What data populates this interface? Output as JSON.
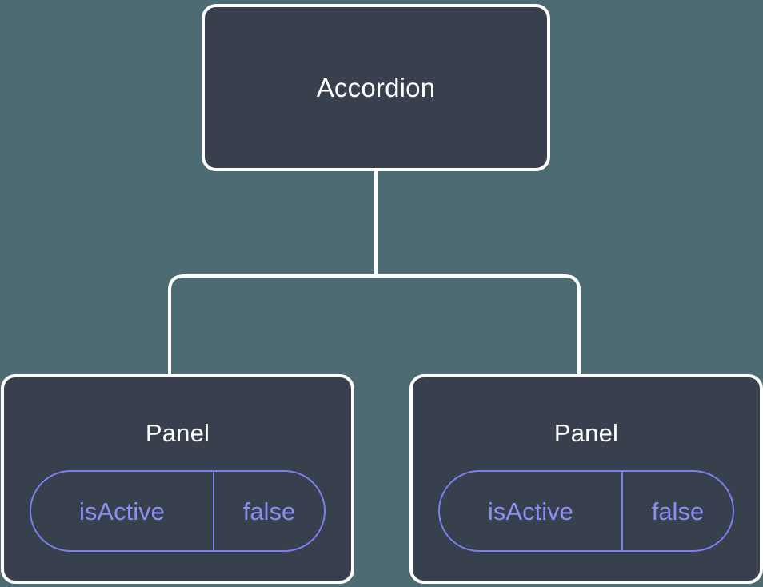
{
  "diagram": {
    "type": "component-tree",
    "background_color": "#4d6b73",
    "node_fill_color": "#383f4d",
    "node_border_color": "#ffffff",
    "connector_color": "#ffffff",
    "badge_color": "#7b7ff0",
    "title_color": "#ffffff",
    "root": {
      "label": "Accordion"
    },
    "children": [
      {
        "label": "Panel",
        "state": {
          "key": "isActive",
          "value": "false"
        }
      },
      {
        "label": "Panel",
        "state": {
          "key": "isActive",
          "value": "false"
        }
      }
    ]
  }
}
